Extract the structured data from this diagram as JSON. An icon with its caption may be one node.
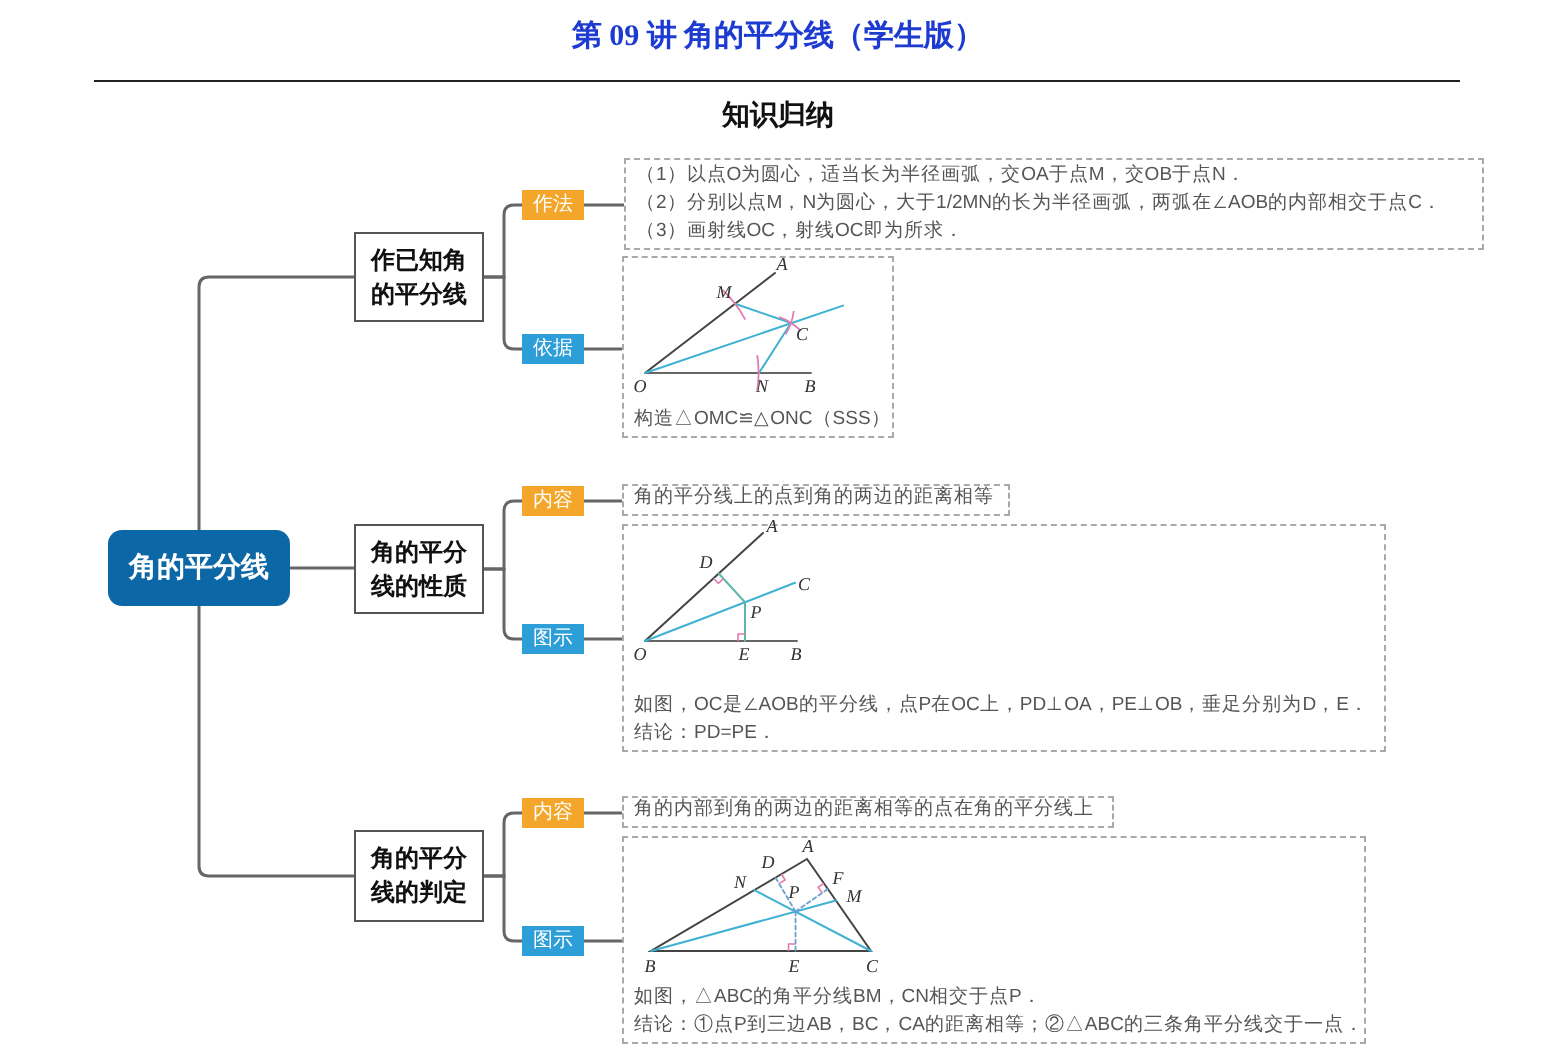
{
  "diagram": {
    "title": "第 09 讲 角的平分线（学生版）",
    "nodes": [
      {
        "text": [
          "角的平分线"
        ]
      },
      {
        "text": [
          "作已知角的平分线"
        ]
      },
      {
        "text": [
          "作法"
        ]
      },
      {
        "text": [
          "依据"
        ]
      },
      {
        "text": [
          "（1）以点O为圆心，适当长为半径画弧，交OA于点M，交OB于点N．",
          "（2）分别以点M，N为圆心，大于1/2MN的长为半径画弧，两弧在∠AOB的内部相交于点C．",
          "（3）画射线OC，射线OC即为所求．"
        ]
      },
      {
        "text": [
          "构造△OMC≌△ONC（SSS）"
        ]
      },
      {
        "text": [
          "角的平分线的性质"
        ]
      },
      {
        "text": [
          "内容"
        ]
      },
      {
        "text": [
          "图示"
        ]
      },
      {
        "text": [
          "角的平分线上的点到角的两边的距离相等"
        ]
      },
      {
        "text": [
          "如图，OC是∠AOB的平分线，点P在OC上，PD⊥OA，PE⊥OB，垂足分别为D，E．",
          "结论：PD=PE．"
        ]
      },
      {
        "text": [
          "角的平分线的判定"
        ]
      },
      {
        "text": [
          "内容"
        ]
      },
      {
        "text": [
          "图示"
        ]
      },
      {
        "text": [
          "角的内部到角的两边的距离相等的点在角的平分线上"
        ]
      },
      {
        "text": [
          "如图，△ABC的角平分线BM，CN相交于点P．",
          "结论：①点P到三边AB，BC，CA的距离相等；②△ABC的三条角平分线交于一点．"
        ]
      }
    ],
    "edges": [
      {
        "from": 0,
        "to": 1,
        "arrow": "none"
      },
      {
        "from": 0,
        "to": 6,
        "arrow": "none"
      },
      {
        "from": 0,
        "to": 11,
        "arrow": "none"
      },
      {
        "from": 1,
        "to": 2,
        "arrow": "none"
      },
      {
        "from": 1,
        "to": 3,
        "arrow": "none"
      },
      {
        "from": 2,
        "to": 4,
        "arrow": "none"
      },
      {
        "from": 3,
        "to": 5,
        "arrow": "none"
      },
      {
        "from": 6,
        "to": 7,
        "arrow": "none"
      },
      {
        "from": 6,
        "to": 8,
        "arrow": "none"
      },
      {
        "from": 7,
        "to": 9,
        "arrow": "none"
      },
      {
        "from": 8,
        "to": 10,
        "arrow": "none"
      },
      {
        "from": 11,
        "to": 12,
        "arrow": "none"
      },
      {
        "from": 11,
        "to": 13,
        "arrow": "none"
      },
      {
        "from": 12,
        "to": 14,
        "arrow": "none"
      },
      {
        "from": 13,
        "to": 15,
        "arrow": "none"
      }
    ],
    "labels": [
      "知识归纳",
      "A",
      "M",
      "C",
      "O",
      "N",
      "B",
      "A",
      "D",
      "C",
      "P",
      "O",
      "E",
      "B",
      "A",
      "D",
      "N",
      "P",
      "F",
      "M",
      "B",
      "E",
      "C"
    ]
  }
}
